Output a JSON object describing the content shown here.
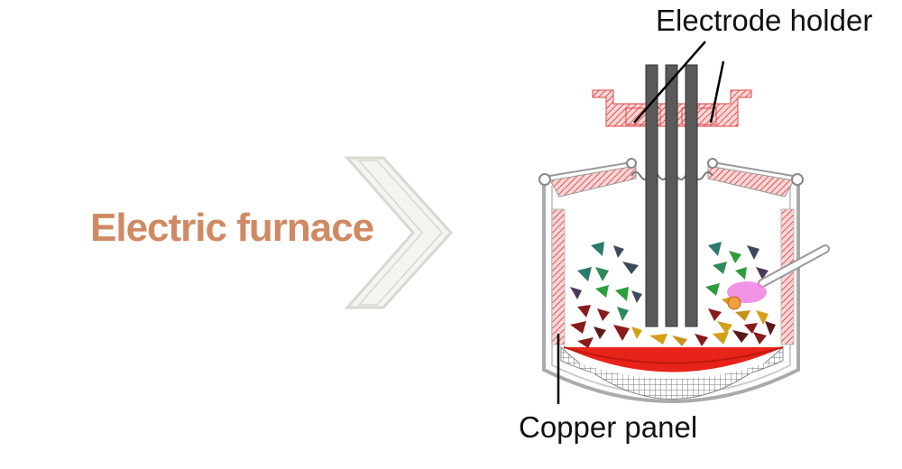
{
  "title": "Electric furnace",
  "labels": {
    "electrode_holder": "Electrode holder",
    "copper_panel": "Copper panel"
  },
  "icons": {
    "arrow": "chevron-right-icon"
  },
  "colors": {
    "title": "#d08a63",
    "refractory": "#e05555",
    "molten_steel": "#e8231a",
    "electrode": "#555555",
    "chevron": "#d8d8d2"
  }
}
